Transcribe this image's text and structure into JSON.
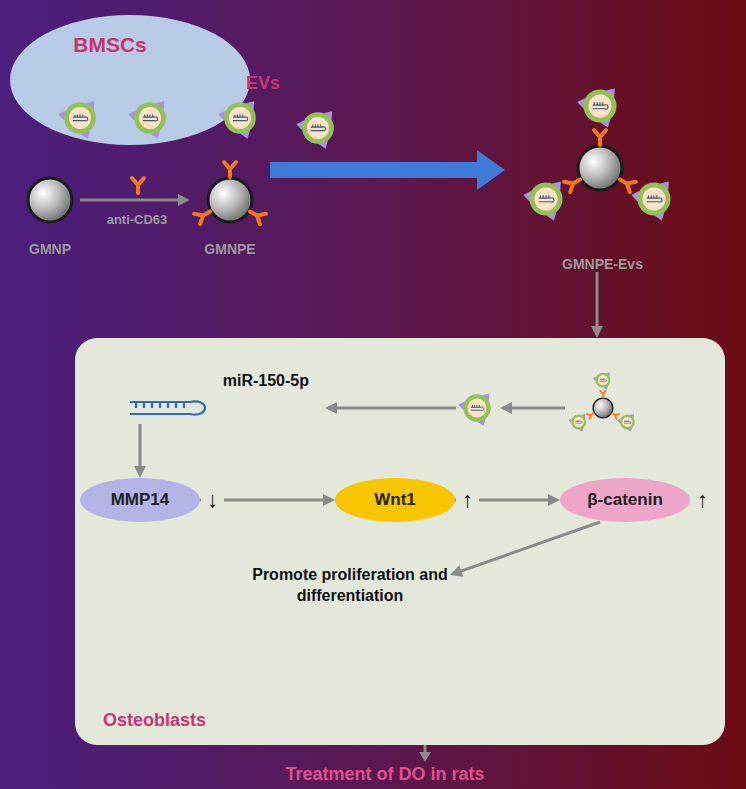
{
  "diagram": {
    "nodes": [
      {
        "text": [
          "BMSCs"
        ]
      },
      {
        "text": [
          "GMNP"
        ]
      },
      {
        "text": [
          "GMNPE"
        ]
      },
      {
        "text": [
          "GMNPE-Evs"
        ]
      },
      {
        "text": [
          "Osteoblasts"
        ]
      },
      {
        "text": [
          "miR-150-5p"
        ],
        "in": 4
      },
      {
        "text": [
          "MMP14"
        ],
        "in": 4
      },
      {
        "text": [
          "Wnt1"
        ],
        "in": 4
      },
      {
        "text": [
          "β-catenin"
        ],
        "in": 4
      },
      {
        "text": [
          "Promote proliferation and differentiation"
        ],
        "in": 4
      },
      {
        "text": [
          "Treatment of DO in rats"
        ]
      }
    ],
    "edges": [
      {
        "from": 1,
        "to": 2,
        "label": "anti-CD63",
        "arrow": "to"
      },
      {
        "from": 2,
        "to": 3,
        "arrow": "to"
      },
      {
        "from": 3,
        "to": 4,
        "arrow": "to"
      },
      {
        "from": 5,
        "to": 6,
        "arrow": "to"
      },
      {
        "from": 6,
        "to": 7,
        "arrow": "to"
      },
      {
        "from": 7,
        "to": 8,
        "arrow": "to"
      },
      {
        "from": 8,
        "to": 9,
        "arrow": "to"
      },
      {
        "from": 4,
        "to": 10,
        "arrow": "to"
      }
    ],
    "labels": [
      "EVs",
      "↓",
      "↑",
      "↑"
    ]
  }
}
